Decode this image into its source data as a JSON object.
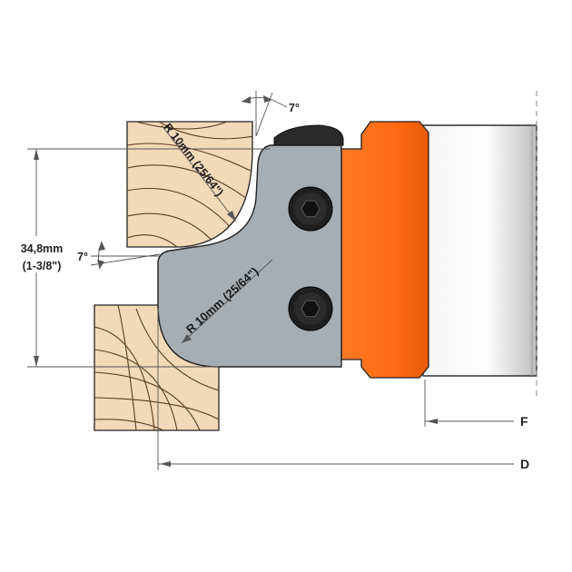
{
  "labels": {
    "height_mm": "34,8mm",
    "height_in": "(1-3/8\")",
    "angle_top": "7°",
    "angle_left": "7°",
    "radius_top": "R 10mm (25/64\")",
    "radius_bottom": "R 10mm (25/64\")",
    "dim_f": "F",
    "dim_d": "D"
  },
  "colors": {
    "wood": "#f2d9b8",
    "grain": "#5a3a20",
    "knife": "#a7aeb3",
    "body_orange": "#ff6a13",
    "shaft": "#e6e6e6",
    "bolt": "#1f1f1f",
    "outline": "#222222"
  },
  "icons": [
    "hex-bolt-icon",
    "hex-bolt-icon"
  ]
}
